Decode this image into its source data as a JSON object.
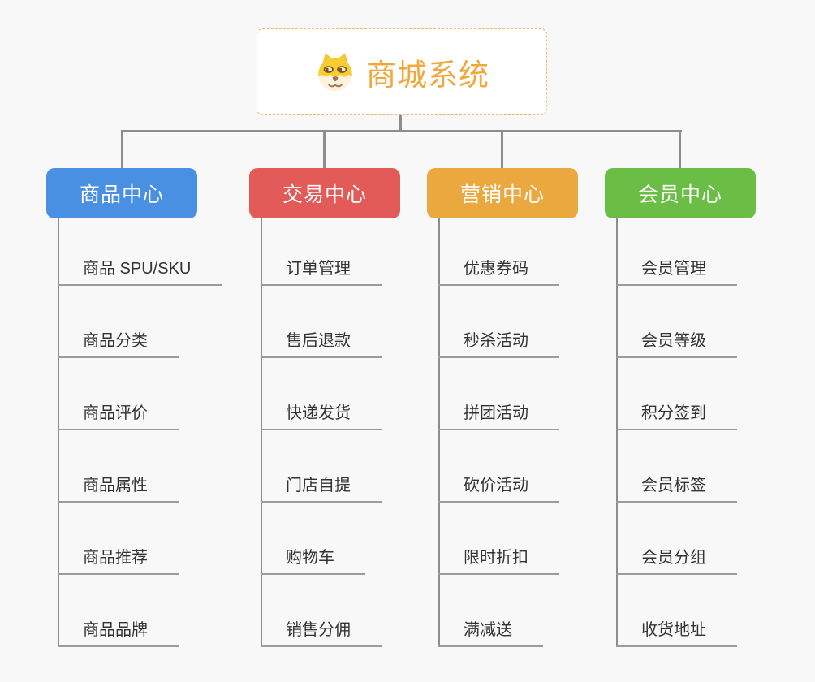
{
  "app": {
    "background": "#f8f8f8",
    "connector_color": "#8d8d8d",
    "leaf_line_color": "#9b9b9b",
    "leaf_text_color": "#333333"
  },
  "root": {
    "title": "商城系统",
    "title_color": "#f0a83c",
    "border_color": "#f2b763",
    "icon": "dog-face-icon"
  },
  "branches": [
    {
      "id": "product-center",
      "label": "商品中心",
      "color": "#4a90e2",
      "children": [
        "商品 SPU/SKU",
        "商品分类",
        "商品评价",
        "商品属性",
        "商品推荐",
        "商品品牌"
      ]
    },
    {
      "id": "trade-center",
      "label": "交易中心",
      "color": "#e25b58",
      "children": [
        "订单管理",
        "售后退款",
        "快递发货",
        "门店自提",
        "购物车",
        "销售分佣"
      ]
    },
    {
      "id": "marketing-center",
      "label": "营销中心",
      "color": "#eaa83e",
      "children": [
        "优惠券码",
        "秒杀活动",
        "拼团活动",
        "砍价活动",
        "限时折扣",
        "满减送"
      ]
    },
    {
      "id": "member-center",
      "label": "会员中心",
      "color": "#6abe45",
      "children": [
        "会员管理",
        "会员等级",
        "积分签到",
        "会员标签",
        "会员分组",
        "收货地址"
      ]
    }
  ]
}
